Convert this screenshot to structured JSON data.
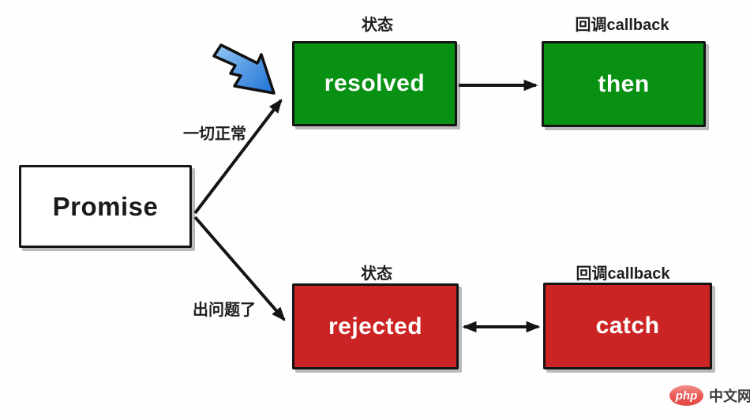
{
  "diagram": {
    "nodes": {
      "promise": "Promise",
      "resolved": "resolved",
      "then": "then",
      "rejected": "rejected",
      "catch": "catch"
    },
    "column_headers": {
      "state_top": "状态",
      "callback_top": "回调callback",
      "state_bottom": "状态",
      "callback_bottom": "回调callback"
    },
    "edge_labels": {
      "success": "一切正常",
      "failure": "出问题了"
    },
    "colors": {
      "resolved_green": "#089113",
      "rejected_red": "#cc2424",
      "promise_bg": "#ffffff",
      "line_black": "#141414",
      "pointer_blue_light": "#8fc3f2",
      "pointer_blue_dark": "#1b6fd6",
      "watermark_pink": "#e95752"
    },
    "watermark": {
      "logo": "php",
      "site": "中文网"
    }
  }
}
